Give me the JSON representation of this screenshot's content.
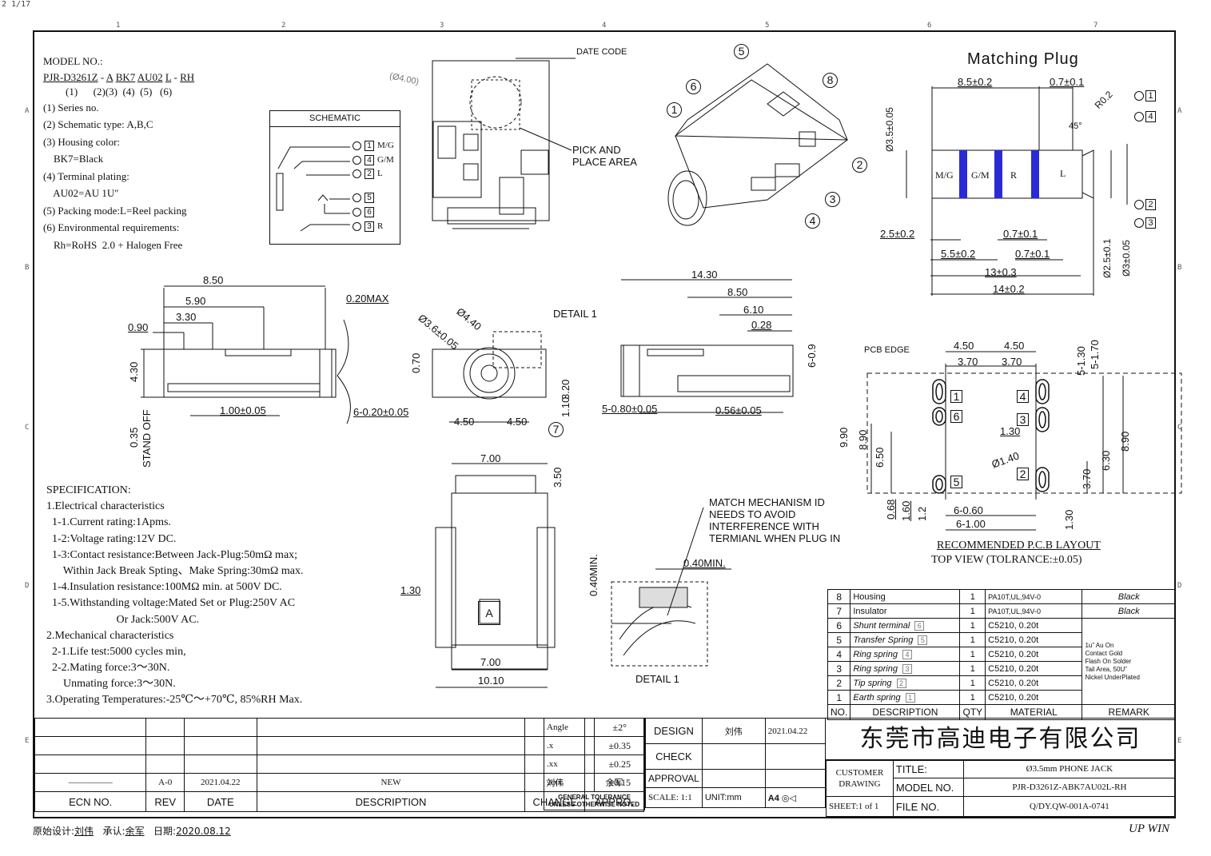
{
  "header_partial": "2  1/17",
  "zones_top": [
    "1",
    "2",
    "3",
    "4",
    "5",
    "6",
    "7"
  ],
  "zones_side": [
    "A",
    "B",
    "C",
    "D",
    "E"
  ],
  "model": {
    "label": "MODEL NO.:",
    "parts": [
      "PJR-D3261Z",
      "-",
      "A",
      "BK7",
      "AU02",
      "L",
      "-",
      "RH"
    ],
    "indices": "(1)      (2)(3)  (4)  (5)   (6)",
    "items": [
      "(1) Series no.",
      "(2) Schematic type: A,B,C",
      "(3) Housing color:",
      "    BK7=Black",
      "(4) Terminal plating:",
      "    AU02=AU 1U″",
      "(5) Packing mode:L=Reel packing",
      "(6) Environmental requirements:",
      "    Rh=RoHS  2.0 + Halogen Free"
    ]
  },
  "schematic": {
    "title": "SCHEMATIC",
    "pins": [
      {
        "num": "1",
        "label": "M/G"
      },
      {
        "num": "4",
        "label": "G/M"
      },
      {
        "num": "2",
        "label": "L"
      },
      {
        "num": "5",
        "label": ""
      },
      {
        "num": "6",
        "label": ""
      },
      {
        "num": "3",
        "label": "R"
      }
    ]
  },
  "top_view": {
    "date_code": "DATE CODE",
    "diameter": "(Ø4.00)",
    "pick_place": [
      "PICK AND",
      "PLACE AREA"
    ]
  },
  "iso_callouts": [
    "1",
    "2",
    "3",
    "4",
    "5",
    "6",
    "8"
  ],
  "plug": {
    "title": "Matching Plug",
    "dims": [
      "8.5±0.2",
      "0.7±0.1",
      "Ø3.5±0.05",
      "R0.2",
      "45°",
      "2.5±0.2",
      "0.7±0.1",
      "5.5±0.2",
      "0.7±0.1",
      "13±0.3",
      "14±0.2",
      "Ø2.5±0.1",
      "Ø3±0.05"
    ],
    "segments": [
      "M/G",
      "G/M",
      "R",
      "L"
    ],
    "pins": [
      "1",
      "4",
      "2",
      "3"
    ]
  },
  "side_view": {
    "dims": [
      "8.50",
      "5.90",
      "3.30",
      "0.90",
      "4.30",
      "0.20MAX",
      "1.00±0.05",
      "0.35",
      "STAND OFF"
    ]
  },
  "front_view": {
    "dims": [
      "Ø3.6±0.05",
      "Ø4.40",
      "DETAIL 1",
      "0.70",
      "6-0.20±0.05",
      "4.50",
      "4.50",
      "1.10",
      "3.20",
      "7"
    ]
  },
  "right_view": {
    "dims": [
      "14.30",
      "8.50",
      "6.10",
      "0.28",
      "6-0.9",
      "5-0.80±0.05",
      "0.56±0.05"
    ]
  },
  "pcb": {
    "edge": "PCB EDGE",
    "dims": [
      "4.50",
      "4.50",
      "3.70",
      "3.70",
      "5-1.30",
      "5-1.70",
      "9.90",
      "8.90",
      "6.50",
      "1.30",
      "Ø1.40",
      "6.30",
      "8.90",
      "3.70",
      "0.68",
      "1.60",
      "1.2",
      "6-0.60",
      "6-1.00",
      "1.30"
    ],
    "pins_left": [
      "1",
      "6",
      "5"
    ],
    "pins_right": [
      "4",
      "3",
      "2"
    ],
    "caption1": "RECOMMENDED P.C.B LAYOUT",
    "caption2": "TOP VIEW (TOLRANCE:±0.05)"
  },
  "bottom_view": {
    "dims": [
      "7.00",
      "3.50",
      "7.00",
      "10.10",
      "1.30"
    ]
  },
  "detail": {
    "note": [
      "MATCH MECHANISM ID",
      "NEEDS TO AVOID",
      "INTERFERENCE WITH",
      "TERMIANL WHEN PLUG IN"
    ],
    "dim1": "0.40MIN.",
    "dim2": "0.40MIN.",
    "title": "DETAIL 1"
  },
  "spec": {
    "title": "SPECIFICATION:",
    "lines": [
      "1.Electrical characteristics",
      "  1-1.Current rating:1Apms.",
      "  1-2:Voltage rating:12V DC.",
      "  1-3:Contact resistance:Between Jack-Plug:50mΩ max;",
      "      Within Jack Break Spting、Make Spring:30mΩ max.",
      "  1-4.Insulation resistance:100MΩ min. at 500V DC.",
      "  1-5.Withstanding voltage:Mated Set or Plug:250V AC",
      "                         Or Jack:500V AC.",
      "2.Mechanical characteristics",
      "  2-1.Life test:5000 cycles min,",
      "  2-2.Mating force:3～30N.",
      "      Unmating force:3～30N.",
      "3.Operating Temperatures:-25℃～+70℃, 85%RH Max."
    ]
  },
  "bom": {
    "headers": [
      "NO.",
      "DESCRIPTION",
      "QTY",
      "MATERIAL",
      "REMARK"
    ],
    "rows": [
      {
        "no": "8",
        "desc": "Housing",
        "qty": "1",
        "mat": "PA10T,UL,94V-0",
        "remark": "Black"
      },
      {
        "no": "7",
        "desc": "Insulator",
        "qty": "1",
        "mat": "PA10T,UL,94V-0",
        "remark": "Black"
      },
      {
        "no": "6",
        "desc": "Shunt terminal",
        "tag": "6",
        "qty": "1",
        "mat": "C5210,  0.20t",
        "remark": ""
      },
      {
        "no": "5",
        "desc": "Transfer Spring",
        "tag": "5",
        "qty": "1",
        "mat": "C5210,  0.20t",
        "remark": ""
      },
      {
        "no": "4",
        "desc": "Ring spring",
        "tag": "4",
        "qty": "1",
        "mat": "C5210,  0.20t",
        "remark": ""
      },
      {
        "no": "3",
        "desc": "Ring spring",
        "tag": "3",
        "qty": "1",
        "mat": "C5210,  0.20t",
        "remark": ""
      },
      {
        "no": "2",
        "desc": "Tip spring",
        "tag": "2",
        "qty": "1",
        "mat": "C5210,  0.20t",
        "remark": ""
      },
      {
        "no": "1",
        "desc": "Earth spring",
        "tag": "1",
        "qty": "1",
        "mat": "C5210,  0.20t",
        "remark": ""
      }
    ],
    "plating_remark": [
      "1u” Au On",
      "Contact Gold",
      "Flash On Solder",
      "Tail Area, 50U”",
      "Nickel UnderPlated"
    ]
  },
  "title_block": {
    "rev_row": {
      "dash": "—————",
      "rev": "A-0",
      "date": "2021.04.22",
      "desc": "NEW",
      "change": "刘伟",
      "appro": "余军"
    },
    "rev_headers": [
      "ECN NO.",
      "REV",
      "DATE",
      "DESCRIPTION",
      "CHANGE",
      "APPRO."
    ],
    "tolerance": [
      [
        "Angle",
        "±2°"
      ],
      [
        ".x",
        "±0.35"
      ],
      [
        ".xx",
        "±0.25"
      ],
      [
        ".xxx",
        "±0.15"
      ]
    ],
    "tol_note": [
      "GENERAL TOLERANCE",
      "UNLESS OTHERWISE NOTED"
    ],
    "design": "DESIGN",
    "designer": "刘伟",
    "design_date": "2021.04.22",
    "check": "CHECK",
    "approval": "APPROVAL",
    "scale": "SCALE: 1:1",
    "unit": "UNIT:mm",
    "paper": "A4",
    "company": "东莞市高迪电子有限公司",
    "customer": [
      "CUSTOMER",
      "DRAWING"
    ],
    "sheet": "SHEET:1 of 1",
    "title_label": "TITLE:",
    "title_value": "Ø3.5mm PHONE JACK",
    "model_label": "MODEL NO.",
    "model_value": "PJR-D3261Z-ABK7AU02L-RH",
    "file_label": "FILE NO.",
    "file_value": "Q/DY.QW-001A-0741"
  },
  "footer": {
    "orig_label": "原始设计:",
    "orig": "刘伟",
    "approve_label": "承认:",
    "approve": "余军",
    "date_label": "日期:",
    "date": "2020.08.12",
    "brand": "UP WIN"
  }
}
